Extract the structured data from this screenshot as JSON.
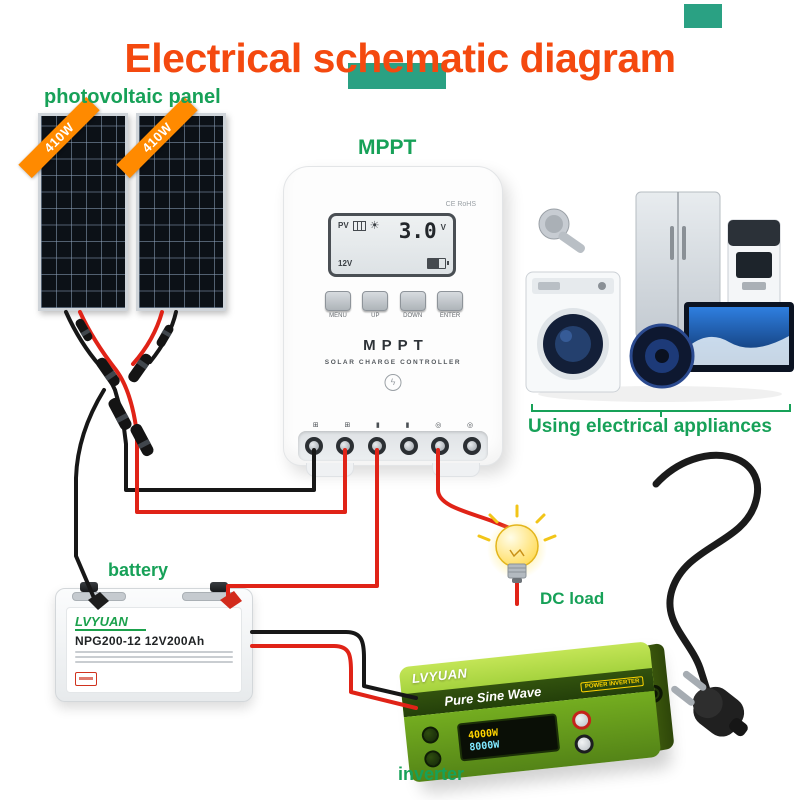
{
  "title": "Electrical schematic diagram",
  "labels": {
    "photovoltaic_panel": "photovoltaic panel",
    "mppt": "MPPT",
    "appliances": "Using electrical appliances",
    "battery": "battery",
    "dc_load": "DC load",
    "inverter": "inverter"
  },
  "solar_panel": {
    "power_badge": "410W"
  },
  "controller": {
    "certification": "CE RoHS",
    "lcd": {
      "pv_label": "PV",
      "main_value": "3.0",
      "main_unit": "V",
      "battery_voltage": "12V"
    },
    "buttons": [
      "MENU",
      "UP",
      "DOWN",
      "ENTER"
    ],
    "product_name": "MPPT",
    "product_subtitle": "SOLAR CHARGE CONTROLLER"
  },
  "battery": {
    "brand": "LVYUAN",
    "model": "NPG200-12 12V200Ah"
  },
  "inverter": {
    "brand": "LVYUAN",
    "product_line": "Pure Sine Wave",
    "badge": "POWER INVERTER",
    "power_rating_1": "4000W",
    "power_rating_2": "8000W"
  },
  "colors": {
    "title_orange": "#f4490f",
    "label_green": "#17a158",
    "badge_orange": "#ff8a00",
    "wire_red": "#e02317",
    "wire_black": "#171717",
    "inverter_green": "#7ab820",
    "teal_accent": "#2aa183"
  }
}
